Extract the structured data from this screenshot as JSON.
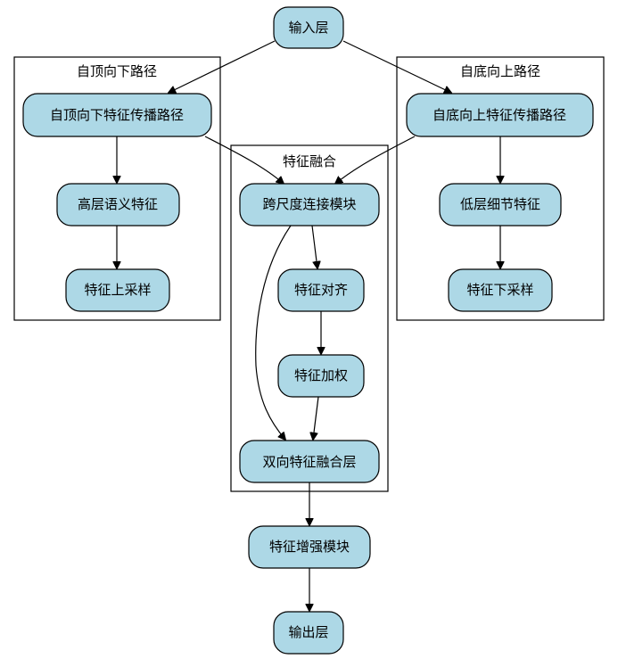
{
  "colors": {
    "node_fill": "#add8e6",
    "stroke": "#000000",
    "background": "#ffffff"
  },
  "clusters": {
    "top_down": {
      "label": "自顶向下路径"
    },
    "bottom_up": {
      "label": "自底向上路径"
    },
    "fusion": {
      "label": "特征融合"
    }
  },
  "nodes": {
    "input": "输入层",
    "td_path": "自顶向下特征传播路径",
    "high_semantic": "高层语义特征",
    "upsample": "特征上采样",
    "bu_path": "自底向上特征传播路径",
    "low_detail": "低层细节特征",
    "downsample": "特征下采样",
    "cross_scale": "跨尺度连接模块",
    "align": "特征对齐",
    "weight": "特征加权",
    "bi_fusion": "双向特征融合层",
    "enhance": "特征增强模块",
    "output": "输出层"
  }
}
